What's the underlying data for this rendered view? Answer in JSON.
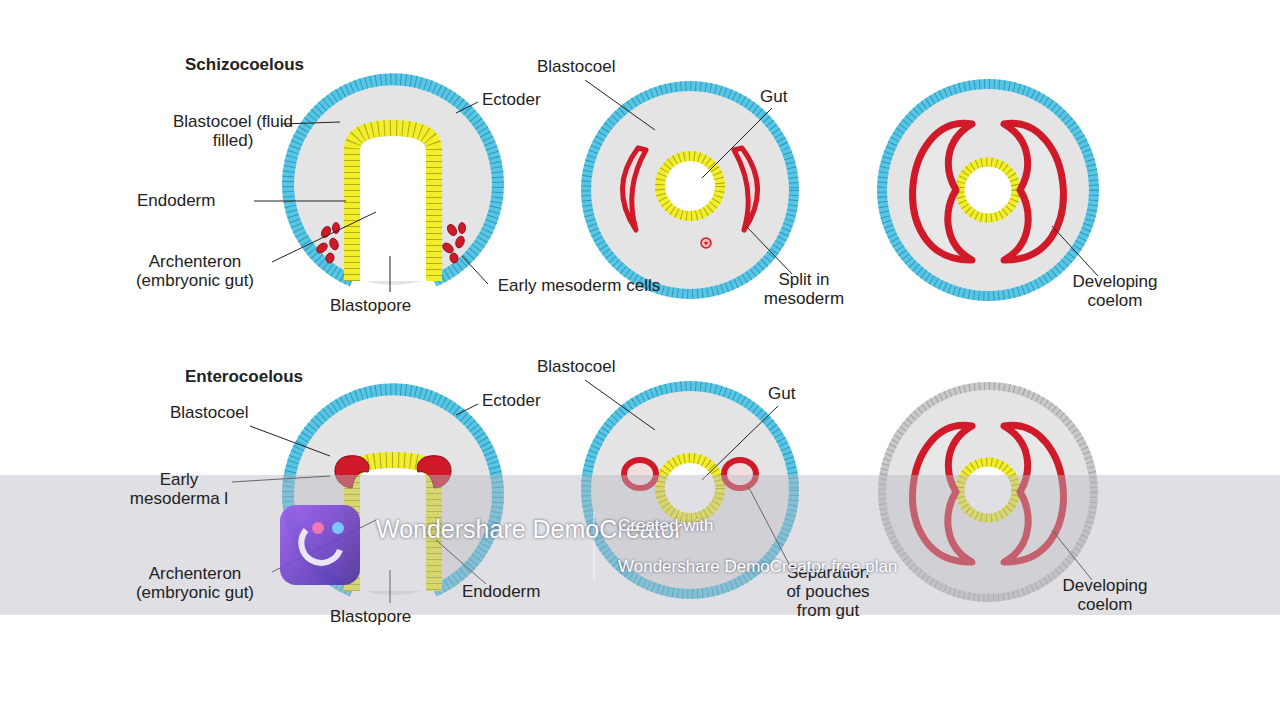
{
  "diagram": {
    "labels": [
      "Schizocoelous",
      "Blastocoel (fluid filled)",
      "Ectoder",
      "Endoderm",
      "Archenteron (embryonic gut)",
      "Blastopore",
      "Early mesoderm cells",
      "Blastocoel",
      "Gut",
      "Split in mesoderm",
      "Developing coelom",
      "Enterocoelous",
      "Blastocoel",
      "Ectoder",
      "Early mesoderma l",
      "Archenteron (embryonic gut)",
      "Blastopore",
      "Endoderm",
      "Blastocoel",
      "Gut",
      "Separation of pouches from gut",
      "Developing coelom",
      "Wondershare DemoCreator",
      "Created with",
      "Wondershare DemoCreator free plan"
    ]
  }
}
